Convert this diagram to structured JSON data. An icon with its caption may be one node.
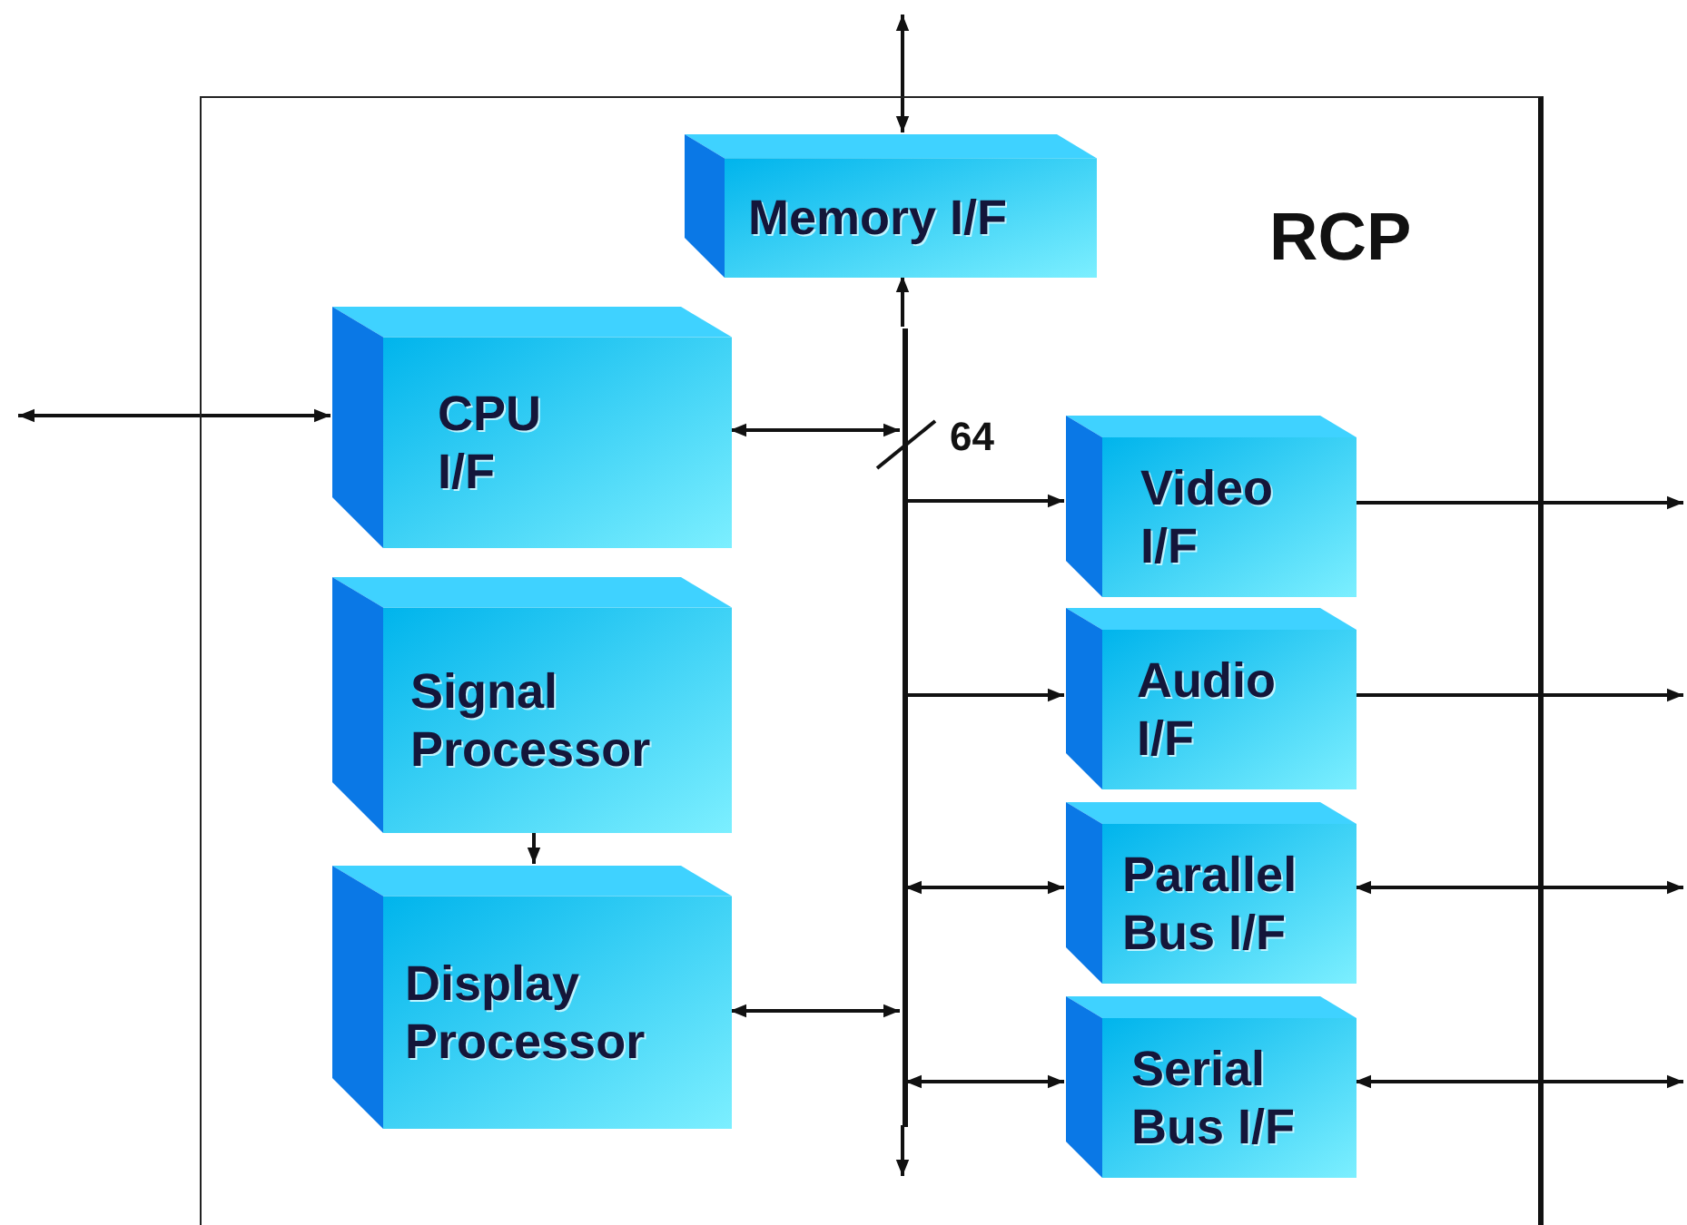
{
  "diagram": {
    "nodes": [
      {
        "text": [
          "RCP"
        ]
      },
      {
        "text": [
          "Memory I/F"
        ],
        "in": 0
      },
      {
        "text": [
          "CPU I/F"
        ],
        "in": 0
      },
      {
        "text": [
          "Signal Processor"
        ],
        "in": 0
      },
      {
        "text": [
          "Display Processor"
        ],
        "in": 0
      },
      {
        "text": [
          "Video I/F"
        ],
        "in": 0
      },
      {
        "text": [
          "Audio I/F"
        ],
        "in": 0
      },
      {
        "text": [
          "Parallel Bus I/F"
        ],
        "in": 0
      },
      {
        "text": [
          "Serial Bus I/F"
        ],
        "in": 0
      },
      {
        "text": [],
        "shape": "bar",
        "in": 0
      }
    ],
    "edges": [
      {
        "from": null,
        "to": 1,
        "arrow": "both"
      },
      {
        "from": null,
        "to": 2,
        "arrow": "both"
      },
      {
        "from": 2,
        "to": 9,
        "arrow": "both"
      },
      {
        "from": 9,
        "to": 1,
        "arrow": "to"
      },
      {
        "from": 9,
        "to": 5,
        "arrow": "to"
      },
      {
        "from": 9,
        "to": 6,
        "arrow": "to"
      },
      {
        "from": 9,
        "to": 7,
        "arrow": "both"
      },
      {
        "from": 9,
        "to": 8,
        "arrow": "both"
      },
      {
        "from": 4,
        "to": 9,
        "arrow": "both"
      },
      {
        "from": 3,
        "to": 4,
        "arrow": "to"
      },
      {
        "from": 9,
        "to": null,
        "arrow": "to"
      },
      {
        "from": 5,
        "to": null,
        "arrow": "to"
      },
      {
        "from": 6,
        "to": null,
        "arrow": "to"
      },
      {
        "from": 7,
        "to": null,
        "arrow": "both"
      },
      {
        "from": 8,
        "to": null,
        "arrow": "both"
      }
    ],
    "labels": [
      "64"
    ]
  }
}
